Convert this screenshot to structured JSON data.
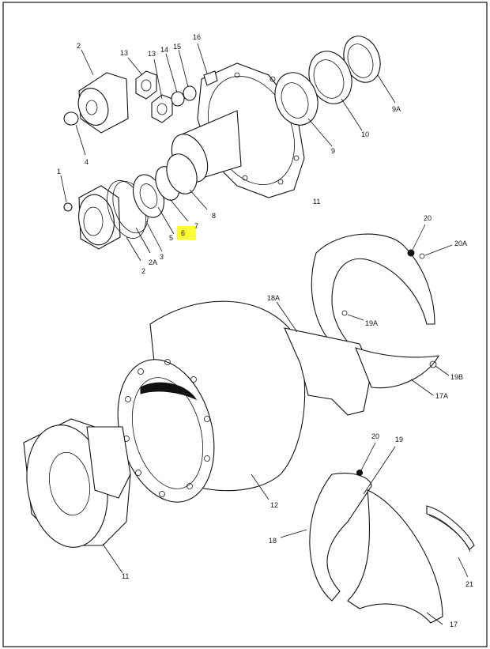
{
  "diagram": {
    "highlight_color": "#ffff33",
    "highlighted_callout": "6",
    "callouts": {
      "c16": "16",
      "c2_top": "2",
      "c13a": "13",
      "c13b": "13",
      "c14": "14",
      "c15": "15",
      "c9A": "9A",
      "c10": "10",
      "c9": "9",
      "c4": "4",
      "c1": "1",
      "c11_top": "11",
      "c8": "8",
      "c7": "7",
      "c6": "6",
      "c5": "5",
      "c3": "3",
      "c2A": "2A",
      "c2_bot": "2",
      "c20_top": "20",
      "c20A": "20A",
      "c18A": "18A",
      "c19A": "19A",
      "c19B": "19B",
      "c17A": "17A",
      "c12": "12",
      "c11_bot": "11",
      "c20_bot": "20",
      "c19": "19",
      "c18": "18",
      "c21": "21",
      "c17": "17"
    }
  }
}
